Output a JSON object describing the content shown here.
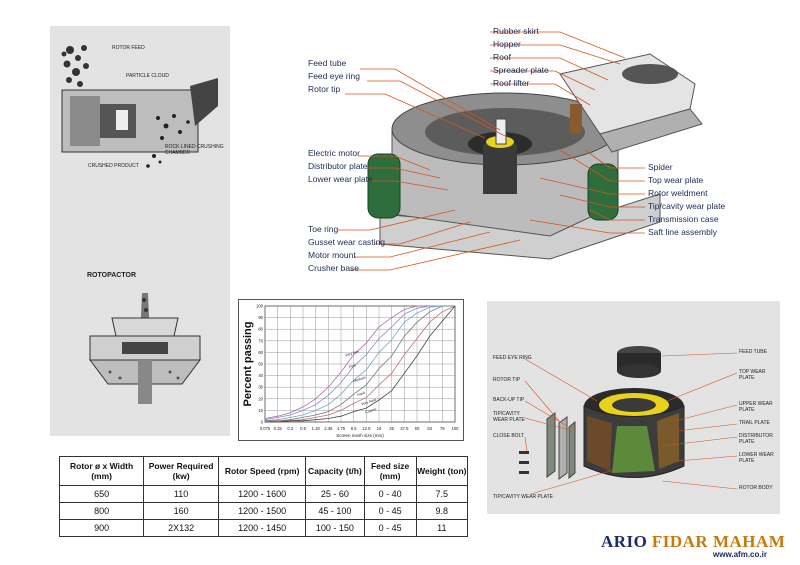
{
  "diagram_left": {
    "rotor_feed": "ROTOR FEED",
    "particle_cloud": "PARTICLE CLOUD",
    "rock_lined_crushing_chamber": "ROCK LINED CRUSHING CHAMBER",
    "crushed_product": "CRUSHED PRODUCT",
    "rotopactor": "ROTOPACTOR"
  },
  "labels_left": [
    "Feed tube",
    "Feed eye ring",
    "Rotor tip",
    "Electric motor",
    "Distributor plate",
    "Lower wear plate",
    "Toe ring",
    "Gusset wear casting",
    "Motor mount",
    "Crusher base"
  ],
  "labels_right": [
    "Rubber skirt",
    "Hopper",
    "Roof",
    "Spreader plate",
    "Roof lifter",
    "Spider",
    "Top wear plate",
    "Rotor weldment",
    "Tip/cavity wear plate",
    "Transmission case",
    "Saft line assembly"
  ],
  "chart_data": {
    "type": "line",
    "ylabel": "Percent passing",
    "xlabel": "Screen mesh size (mm)",
    "x_ticks": [
      "0.075",
      "0.15",
      "0.3",
      "0.6",
      "1.18",
      "2.36",
      "4.75",
      "9.5",
      "12.5",
      "19",
      "25",
      "37.5",
      "50",
      "63",
      "75",
      "100"
    ],
    "y_ticks": [
      "0",
      "10",
      "20",
      "30",
      "40",
      "50",
      "60",
      "70",
      "80",
      "90",
      "100"
    ],
    "ylim": [
      0,
      100
    ],
    "series": [
      {
        "name": "Very fine",
        "color": "#b06bb0",
        "values": [
          3,
          5,
          8,
          13,
          20,
          30,
          43,
          58,
          68,
          82,
          90,
          97,
          100,
          100,
          100,
          100
        ]
      },
      {
        "name": "Fine",
        "color": "#8c8cd0",
        "values": [
          2,
          4,
          6,
          10,
          15,
          23,
          34,
          48,
          58,
          72,
          82,
          93,
          98,
          100,
          100,
          100
        ]
      },
      {
        "name": "Medium",
        "color": "#7aa8c8",
        "values": [
          1,
          2,
          4,
          6,
          10,
          15,
          24,
          36,
          45,
          60,
          71,
          86,
          94,
          99,
          100,
          100
        ]
      },
      {
        "name": "Hard",
        "color": "#777777",
        "values": [
          1,
          1,
          2,
          4,
          6,
          9,
          15,
          24,
          32,
          46,
          57,
          74,
          86,
          95,
          100,
          100
        ]
      },
      {
        "name": "Very hard",
        "color": "#c07070",
        "values": [
          0,
          1,
          1,
          2,
          4,
          6,
          10,
          16,
          21,
          32,
          42,
          58,
          72,
          86,
          95,
          100
        ]
      },
      {
        "name": "Coarse",
        "color": "#444444",
        "values": [
          0,
          0,
          1,
          1,
          2,
          3,
          5,
          9,
          12,
          19,
          27,
          42,
          57,
          74,
          87,
          100
        ]
      }
    ]
  },
  "spec_table": {
    "headers": [
      "Rotor ø x Width (mm)",
      "Power Required (kw)",
      "Rotor Speed (rpm)",
      "Capacity (t/h)",
      "Feed size (mm)",
      "Weight (ton)"
    ],
    "rows": [
      [
        "650",
        "110",
        "1200 - 1600",
        "25 - 60",
        "0 - 40",
        "7.5"
      ],
      [
        "800",
        "160",
        "1200 - 1500",
        "45 - 100",
        "0 - 45",
        "9.8"
      ],
      [
        "900",
        "2X132",
        "1200 - 1450",
        "100 - 150",
        "0 - 45",
        "11"
      ]
    ]
  },
  "exploded_labels": {
    "left": [
      "FEED EYE RING",
      "ROTOR TIP",
      "BACK-UP TIP",
      "TIP/CAVITY WEAR PLATE",
      "CLOSE BOLT",
      "TIP/CAVITY WEAR PLATE"
    ],
    "right": [
      "FEED TUBE",
      "TOP WEAR PLATE",
      "UPPER WEAR PLATE",
      "TRAIL PLATE",
      "DISTRIBUTOR PLATE",
      "LOWER WEAR PLATE",
      "ROTOR BODY"
    ]
  },
  "brand": {
    "name_part1": "ARIO",
    "name_part2": "FIDAR MAHAM",
    "website": "www.afm.co.ir",
    "color1": "#1c2a66",
    "color2": "#c8790c"
  }
}
